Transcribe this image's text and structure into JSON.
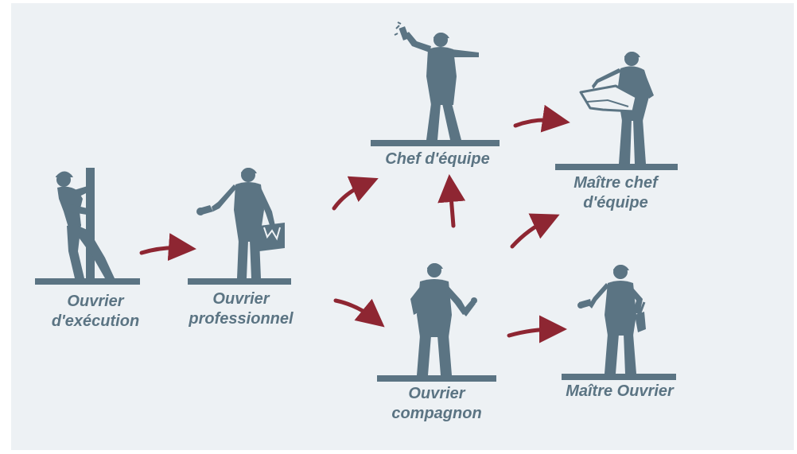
{
  "colors": {
    "figure": "#5b7483",
    "arrow": "#8e2632",
    "background": "#edf1f4"
  },
  "nodes": {
    "ouvrier_execution": {
      "line1": "Ouvrier",
      "line2": "d'exécution"
    },
    "ouvrier_professionnel": {
      "line1": "Ouvrier",
      "line2": "professionnel"
    },
    "chef_equipe": {
      "line1": "Chef d'équipe"
    },
    "maitre_chef_equipe": {
      "line1": "Maître chef",
      "line2": "d'équipe"
    },
    "ouvrier_compagnon": {
      "line1": "Ouvrier",
      "line2": "compagnon"
    },
    "maitre_ouvrier": {
      "line1": "Maître Ouvrier"
    }
  },
  "edges": [
    {
      "from": "ouvrier_execution",
      "to": "ouvrier_professionnel"
    },
    {
      "from": "ouvrier_professionnel",
      "to": "chef_equipe"
    },
    {
      "from": "ouvrier_professionnel",
      "to": "ouvrier_compagnon"
    },
    {
      "from": "ouvrier_compagnon",
      "to": "chef_equipe"
    },
    {
      "from": "chef_equipe",
      "to": "maitre_chef_equipe"
    },
    {
      "from": "ouvrier_compagnon",
      "to": "maitre_chef_equipe"
    },
    {
      "from": "ouvrier_compagnon",
      "to": "maitre_ouvrier"
    }
  ]
}
